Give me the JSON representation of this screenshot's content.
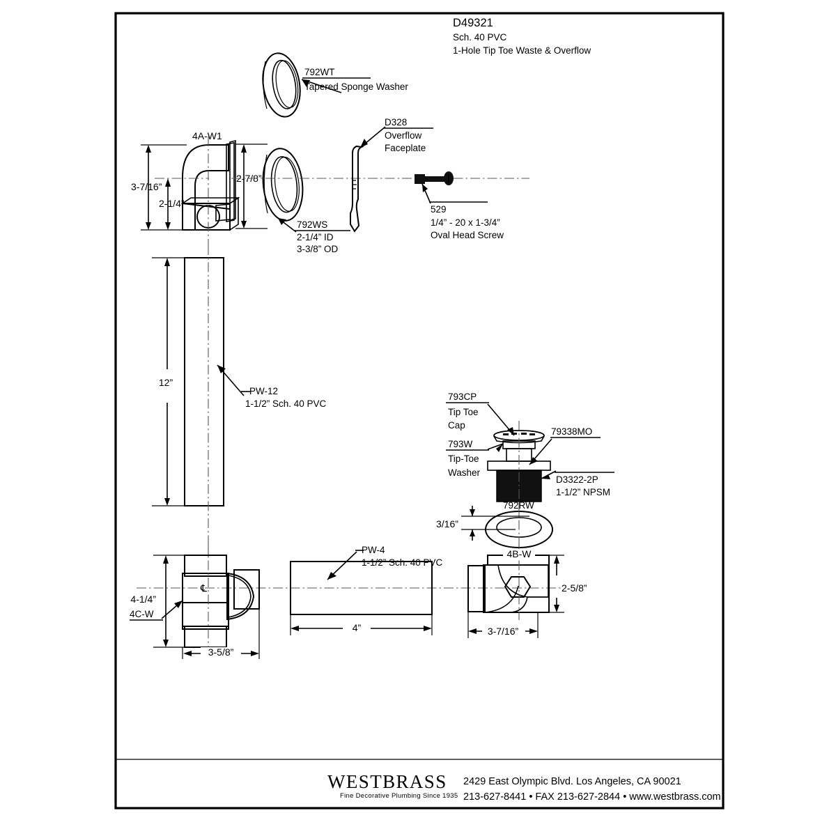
{
  "header": {
    "model": "D49321",
    "spec": "Sch. 40 PVC",
    "description": "1-Hole Tip Toe Waste & Overflow"
  },
  "parts": {
    "sponge_washer": {
      "code": "792WT",
      "name": "Tapered Sponge Washer"
    },
    "elbow": {
      "code": "4A-W1"
    },
    "overflow_washer": {
      "code": "792WS",
      "id": "2-1/4” ID",
      "od": "3-3/8” OD"
    },
    "faceplate": {
      "code": "D328",
      "name_l1": "Overflow",
      "name_l2": "Faceplate"
    },
    "screw": {
      "code": "529",
      "spec": "1/4” - 20 x 1-3/4”",
      "name": "Oval Head Screw"
    },
    "pipe_12": {
      "code": "PW-12",
      "spec": "1-1/2” Sch. 40 PVC"
    },
    "pipe_4": {
      "code": "PW-4",
      "spec": "1-1/2” Sch. 40 PVC"
    },
    "tip_toe_cap": {
      "code": "793CP",
      "name_l1": "Tip Toe",
      "name_l2": "Cap"
    },
    "tip_toe_washer": {
      "code": "793W",
      "name_l1": "Tip-Toe",
      "name_l2": "Washer"
    },
    "strainer": {
      "code": "79338MO"
    },
    "drain_body": {
      "code": "D3322-2P",
      "spec": "1-1/2” NPSM"
    },
    "rubber_washer": {
      "code": "792RW"
    },
    "tee": {
      "code": "4C-W"
    },
    "waste_elbow": {
      "code": "4B-W"
    }
  },
  "dimensions": {
    "elbow_overall": "3-7/16”",
    "elbow_lower": "2-1/4”",
    "washer_offset": "2-7/8”",
    "pipe_12_len": "12”",
    "rubber_washer_thk": "3/16”",
    "tee_height": "4-1/4”",
    "tee_width": "3-5/8”",
    "pipe_4_len": "4”",
    "waste_elbow_height": "2-5/8”",
    "waste_elbow_width": "3-7/16”",
    "centerline_mark": "℄"
  },
  "footer": {
    "company": "WESTBRASS",
    "tagline": "Fine Decorative Plumbing Since 1935",
    "address": "2429 East Olympic Blvd. Los Angeles, CA  90021",
    "contact": "213-627-8441 • FAX 213-627-2844 • www.westbrass.com"
  }
}
